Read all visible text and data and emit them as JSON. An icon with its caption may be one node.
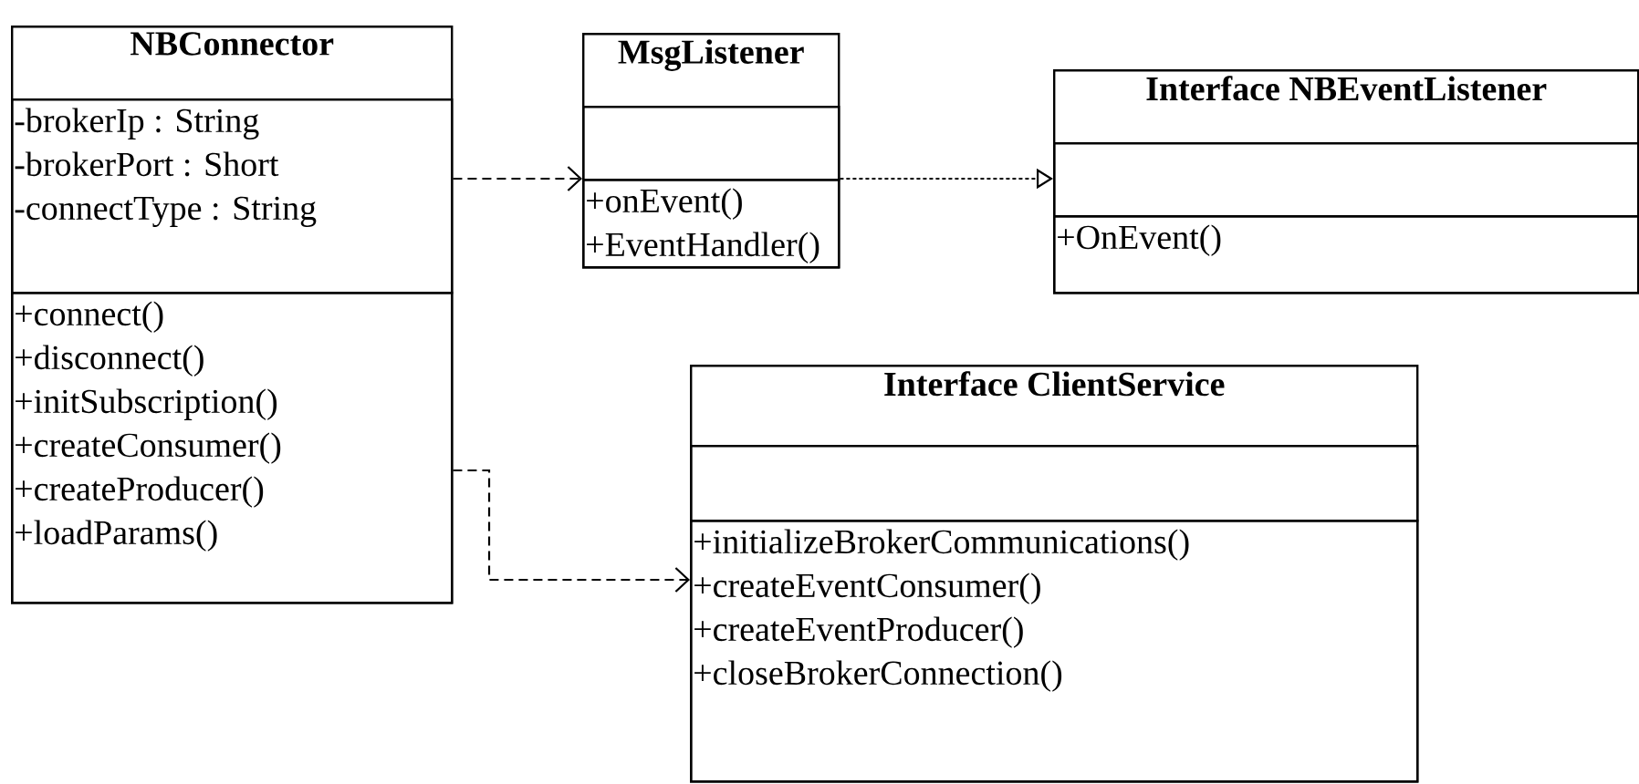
{
  "diagram": {
    "nodes": [
      {
        "text": [
          "NBConnector"
        ]
      },
      {
        "text": [
          "-brokerIp : String",
          "-brokerPort : Short",
          "-connectType : String"
        ],
        "in": 0
      },
      {
        "text": [
          "+connect()",
          "+disconnect()",
          "+initSubscription()",
          "+createConsumer()",
          "+createProducer()",
          "+loadParams()"
        ],
        "in": 0
      },
      {
        "text": [
          "MsgListener"
        ]
      },
      {
        "text": [],
        "shape": "box",
        "in": 3
      },
      {
        "text": [
          "+onEvent()",
          "+EventHandler()"
        ],
        "in": 3
      },
      {
        "text": [
          "Interface NBEventListener"
        ]
      },
      {
        "text": [],
        "shape": "box",
        "in": 6
      },
      {
        "text": [
          "+OnEvent()"
        ],
        "in": 6
      },
      {
        "text": [
          "Interface ClientService"
        ]
      },
      {
        "text": [],
        "shape": "box",
        "in": 9
      },
      {
        "text": [
          "+initializeBrokerCommunications()",
          "+createEventConsumer()",
          "+createEventProducer()",
          "+closeBrokerConnection()"
        ],
        "in": 9
      }
    ],
    "edges": [
      {
        "from": 0,
        "to": 3,
        "arrow": "to",
        "style": "dashed"
      },
      {
        "from": 3,
        "to": 6,
        "arrow": "to",
        "style": "dashed"
      },
      {
        "from": 0,
        "to": 9,
        "arrow": "to",
        "style": "dashed"
      }
    ]
  }
}
